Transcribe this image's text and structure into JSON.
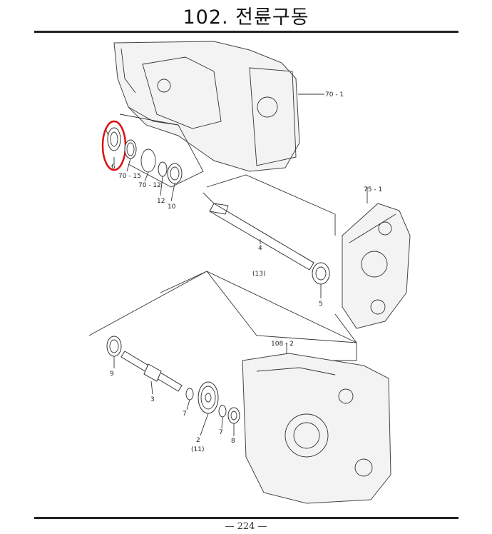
{
  "header": {
    "title": "102. 전륜구동"
  },
  "footer": {
    "page_number": "— 224 —"
  },
  "labels": {
    "ref_70_1": "70 - 1",
    "ref_75_1": "75 - 1",
    "ref_108_2": "108 - 2",
    "p6": "6",
    "p70_15": "70 - 15",
    "p70_12": "70 - 12",
    "p12": "12",
    "p10": "10",
    "p4": "4",
    "p13": "(13)",
    "p5": "5",
    "p9": "9",
    "p3": "3",
    "p7a": "7",
    "p2": "2",
    "p11": "(11)",
    "p7b": "7",
    "p8": "8"
  },
  "highlight": {
    "color": "#e01010",
    "target": "6"
  }
}
